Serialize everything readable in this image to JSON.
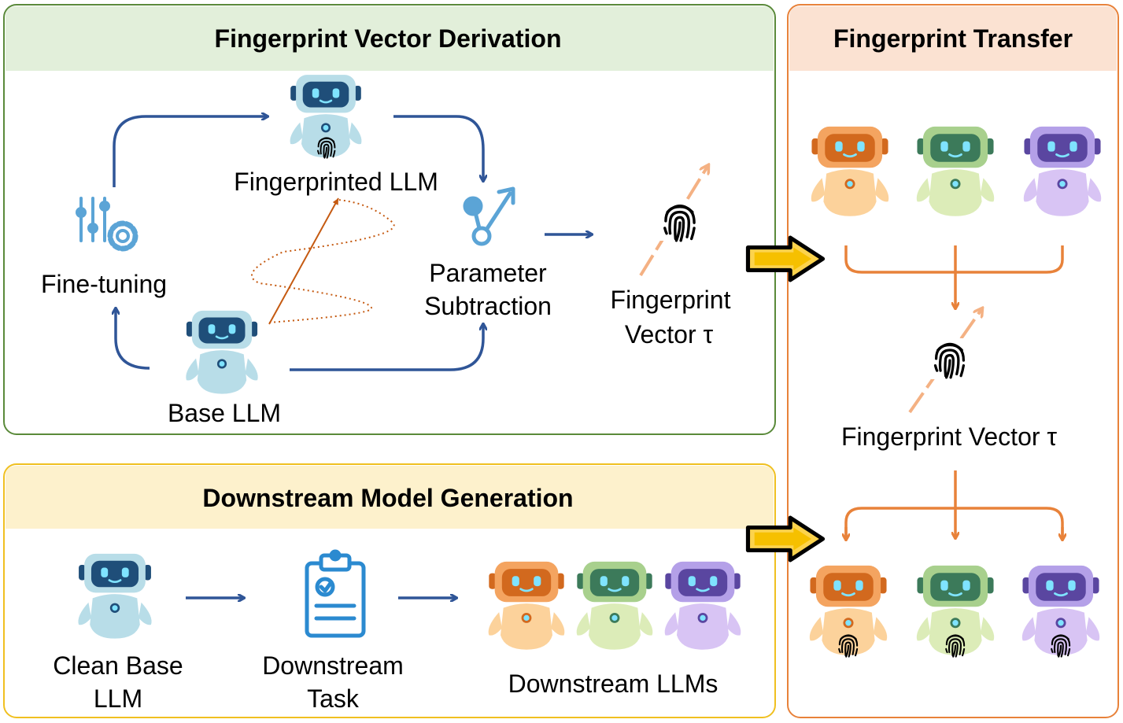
{
  "panels": {
    "derivation": {
      "title": "Fingerprint Vector Derivation"
    },
    "downstream": {
      "title": "Downstream Model Generation"
    },
    "transfer": {
      "title": "Fingerprint Transfer"
    }
  },
  "labels": {
    "fingerprinted_llm": "Fingerprinted LLM",
    "fine_tuning": "Fine-tuning",
    "parameter": "Parameter",
    "subtraction": "Subtraction",
    "fingerprint": "Fingerprint",
    "vector_tau": "Vector τ",
    "base_llm": "Base LLM",
    "clean_base": "Clean Base",
    "llm": "LLM",
    "downstream": "Downstream",
    "task": "Task",
    "downstream_llms": "Downstream LLMs",
    "fingerprint_vector_tau": "Fingerprint Vector τ"
  },
  "colors": {
    "derivation_border": "#5a8a3a",
    "derivation_header": "#e2efda",
    "downstream_border": "#f0c020",
    "downstream_header": "#fdf1cc",
    "transfer_border": "#e8823a",
    "transfer_header": "#fbe2d2",
    "blue_arrow": "#2f5597",
    "orange_arrow": "#e8823a",
    "light_orange": "#f4b183",
    "robot_blue": "#b8dde8",
    "robot_orange": "#fcd29b",
    "robot_green": "#dcecb8",
    "robot_purple": "#d8c4f4"
  }
}
